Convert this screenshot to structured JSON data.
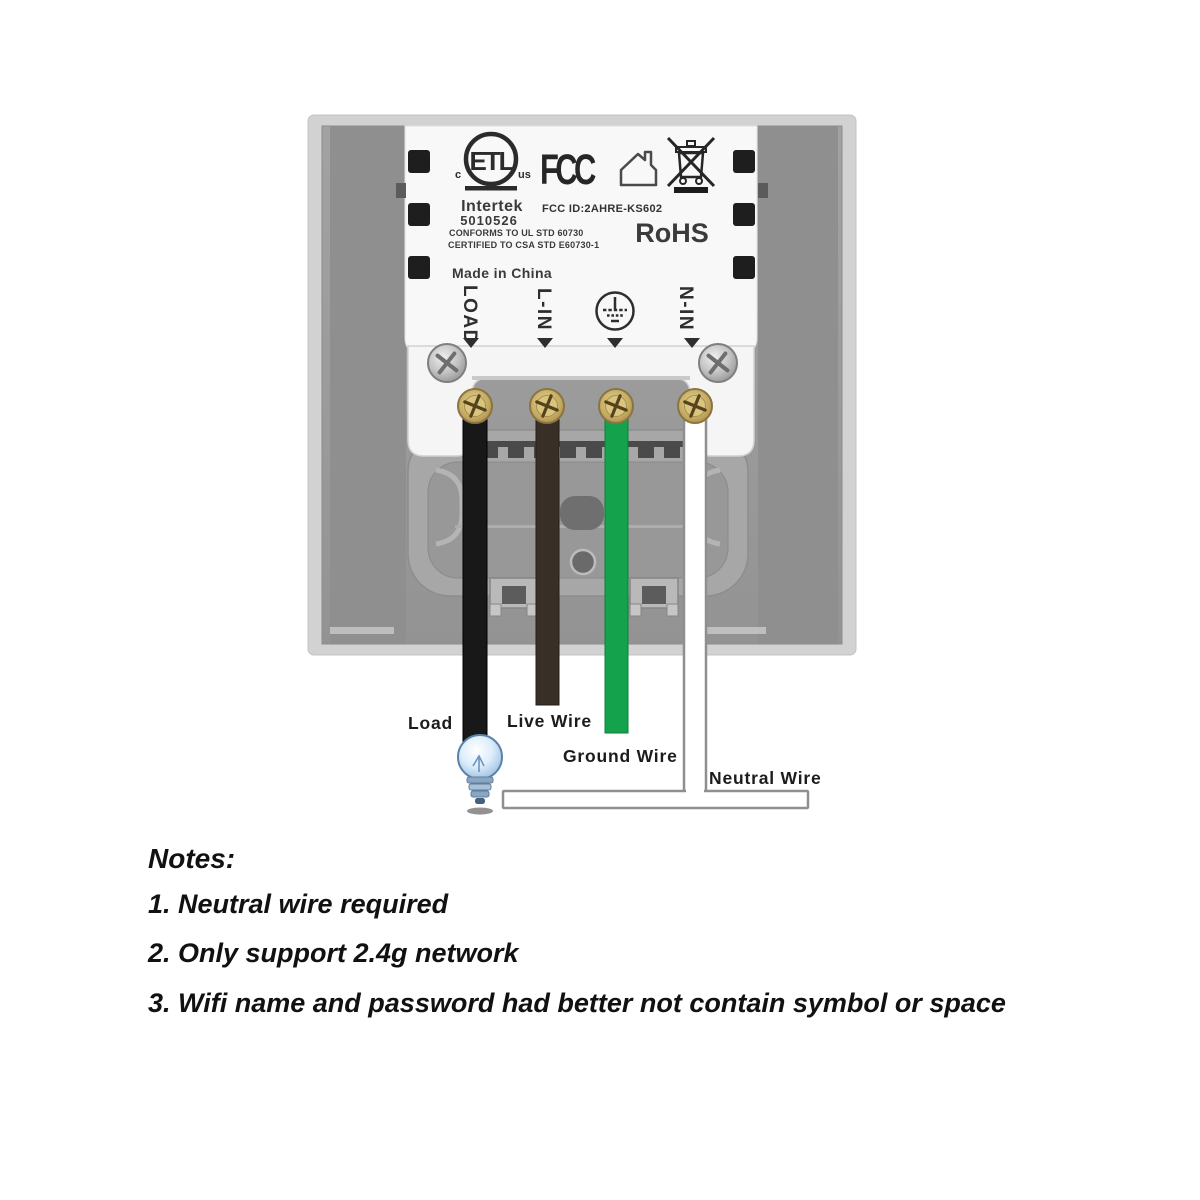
{
  "page": {
    "background": "#ffffff"
  },
  "device": {
    "certifications": {
      "etl_logo_text": "ETL",
      "etl_c": "c",
      "etl_us": "us",
      "etl_company": "Intertek",
      "etl_number": "5010526",
      "fcc_logo_text": "FCC",
      "fcc_id": "FCC ID:2AHRE-KS602",
      "rohs_label": "RoHS",
      "conformity_line1": "CONFORMS TO UL STD 60730",
      "conformity_line2": "CERTIFIED TO CSA STD E60730-1",
      "icons": [
        "etl-mark-icon",
        "fcc-mark-icon",
        "indoor-use-house-icon",
        "weee-crossed-bin-icon",
        "earth-ground-icon"
      ]
    },
    "origin_label": "Made in China",
    "terminals": [
      {
        "label": "LOAD"
      },
      {
        "label": "L-IN"
      },
      {
        "label": "",
        "icon": "earth-ground-icon"
      },
      {
        "label": "N-IN"
      }
    ]
  },
  "wiring": {
    "labels": {
      "load": "Load",
      "live": "Live Wire",
      "ground": "Ground Wire",
      "neutral": "Neutral Wire"
    },
    "colors": {
      "load_wire": "#181818",
      "live_wire": "#382f27",
      "ground_wire": "#14a24c",
      "neutral_wire": "#ffffff",
      "terminal_brass": "#c4aa61"
    }
  },
  "notes": {
    "title": "Notes:",
    "items": [
      "1. Neutral wire required",
      "2. Only support 2.4g network",
      "3. Wifi name and password had better not contain symbol or space"
    ]
  }
}
